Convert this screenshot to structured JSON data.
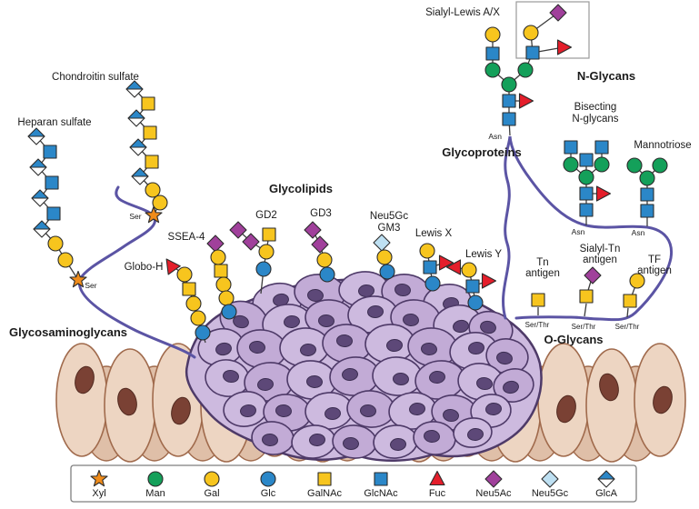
{
  "labels": {
    "chondroitin": "Chondroitin sulfate",
    "heparan": "Heparan sulfate",
    "gags": "Glycosaminoglycans",
    "glycolipids": "Glycolipids",
    "ssea4": "SSEA-4",
    "globoh": "Globo-H",
    "gd2": "GD2",
    "gd3": "GD3",
    "neu5gc_gm3_1": "Neu5Gc",
    "neu5gc_gm3_2": "GM3",
    "lewisx": "Lewis X",
    "lewisy": "Lewis Y",
    "sialyl_lewis": "Sialyl-Lewis A/X",
    "nglycans": "N-Glycans",
    "bisecting_1": "Bisecting",
    "bisecting_2": "N-glycans",
    "mannotriose": "Mannotriose",
    "glycoproteins": "Glycoproteins",
    "tn_1": "Tn",
    "tn_2": "antigen",
    "sialyltn_1": "Sialyl-Tn",
    "sialyltn_2": "antigen",
    "tf_1": "TF",
    "tf_2": "antigen",
    "oglycans": "O-Glycans",
    "asn": "Asn",
    "ser": "Ser",
    "serthr": "Ser/Thr"
  },
  "legend": {
    "items": [
      {
        "label": "Xyl",
        "type": "xyl"
      },
      {
        "label": "Man",
        "type": "man"
      },
      {
        "label": "Gal",
        "type": "gal"
      },
      {
        "label": "Glc",
        "type": "glc"
      },
      {
        "label": "GalNAc",
        "type": "galnac"
      },
      {
        "label": "GlcNAc",
        "type": "glcnac"
      },
      {
        "label": "Fuc",
        "type": "fuc"
      },
      {
        "label": "Neu5Ac",
        "type": "neu5ac"
      },
      {
        "label": "Neu5Gc",
        "type": "neu5gc"
      },
      {
        "label": "GlcA",
        "type": "glca"
      }
    ]
  },
  "colors": {
    "xyl": "#F08C1A",
    "man": "#14A05A",
    "gal": "#F7C51E",
    "glc": "#2B87C8",
    "galnac": "#F7C51E",
    "glcnac": "#2B87C8",
    "fuc": "#E41E2B",
    "neu5ac": "#A0409B",
    "neu5gc": "#BEE0F2",
    "glca_blue": "#2B87C8",
    "white": "#FFFFFF",
    "outline": "#2B2B2B",
    "link": "#3C3C3C",
    "label": "#1A1A1A",
    "protein": "#5B54A4",
    "box_border": "#9A9A9A",
    "legend_border": "#7F7F7F",
    "tumor_fill": "#CDBADF",
    "tumor_fill2": "#C2ABD6",
    "tumor_stroke": "#4E3A68",
    "tumor_nucleus": "#5D4878",
    "tumor_nucleus_stroke": "#3C2E52",
    "epi_fill": "#EDD5C2",
    "epi_back": "#DFBFA8",
    "epi_stroke": "#A06A4C",
    "epi_nucleus": "#7A4134",
    "epi_nucleus_stroke": "#512A20"
  },
  "structures": [
    {
      "name": "heparan-sulfate-chain",
      "residues": [
        [
          "glca",
          40,
          150
        ],
        [
          "glcnac",
          55,
          167
        ],
        [
          "glca",
          42,
          184
        ],
        [
          "glcnac",
          57,
          201
        ],
        [
          "glca",
          44,
          218
        ],
        [
          "glcnac",
          59,
          235
        ],
        [
          "glca",
          46,
          252
        ],
        [
          "gal",
          61,
          268
        ],
        [
          "gal",
          72,
          286
        ],
        [
          "xyl",
          86,
          308
        ]
      ],
      "links": [
        [
          0,
          1
        ],
        [
          1,
          2
        ],
        [
          2,
          3
        ],
        [
          3,
          4
        ],
        [
          4,
          5
        ],
        [
          5,
          6
        ],
        [
          6,
          7
        ],
        [
          7,
          8
        ],
        [
          8,
          9
        ]
      ]
    },
    {
      "name": "chondroitin-sulfate-chain",
      "residues": [
        [
          "glca",
          148,
          98
        ],
        [
          "galnac",
          163,
          114
        ],
        [
          "glca",
          150,
          130
        ],
        [
          "galnac",
          165,
          146
        ],
        [
          "glca",
          152,
          162
        ],
        [
          "galnac",
          167,
          178
        ],
        [
          "glca",
          154,
          194
        ],
        [
          "gal",
          168,
          209
        ],
        [
          "gal",
          176,
          223
        ],
        [
          "xyl",
          169,
          237
        ]
      ],
      "links": [
        [
          0,
          1
        ],
        [
          1,
          2
        ],
        [
          2,
          3
        ],
        [
          3,
          4
        ],
        [
          4,
          5
        ],
        [
          5,
          6
        ],
        [
          6,
          7
        ],
        [
          7,
          8
        ],
        [
          8,
          9
        ]
      ]
    },
    {
      "name": "globo-h",
      "residues": [
        [
          "fuc",
          188,
          292,
          -35
        ],
        [
          "gal",
          203,
          302
        ],
        [
          "galnac",
          208,
          318
        ],
        [
          "gal",
          213,
          334
        ],
        [
          "gal",
          218,
          350
        ],
        [
          "glc",
          223,
          366
        ]
      ],
      "links": [
        [
          0,
          1
        ],
        [
          1,
          2
        ],
        [
          2,
          3
        ],
        [
          3,
          4
        ],
        [
          4,
          5
        ]
      ],
      "stem": [
        223,
        366,
        226,
        377
      ]
    },
    {
      "name": "ssea-4",
      "residues": [
        [
          "neu5ac",
          237,
          268
        ],
        [
          "gal",
          240,
          283
        ],
        [
          "galnac",
          243,
          298
        ],
        [
          "gal",
          246,
          313
        ],
        [
          "gal",
          249,
          328
        ],
        [
          "glc",
          252,
          343
        ]
      ],
      "links": [
        [
          0,
          1
        ],
        [
          1,
          2
        ],
        [
          2,
          3
        ],
        [
          3,
          4
        ],
        [
          4,
          5
        ]
      ],
      "stem": [
        252,
        343,
        253,
        347
      ]
    },
    {
      "name": "gd2",
      "residues": [
        [
          "galnac",
          296,
          258
        ],
        [
          "gal",
          293,
          277
        ],
        [
          "neu5ac",
          276,
          266
        ],
        [
          "neu5ac",
          262,
          253
        ],
        [
          "glc",
          290,
          296
        ]
      ],
      "links": [
        [
          0,
          1
        ],
        [
          1,
          2
        ],
        [
          2,
          3
        ],
        [
          1,
          4
        ]
      ],
      "stem": [
        290,
        296,
        287,
        323
      ]
    },
    {
      "name": "gd3",
      "residues": [
        [
          "neu5ac",
          344,
          253
        ],
        [
          "neu5ac",
          352,
          269
        ],
        [
          "gal",
          357,
          286
        ],
        [
          "glc",
          360,
          302
        ]
      ],
      "links": [
        [
          0,
          1
        ],
        [
          1,
          2
        ],
        [
          2,
          3
        ]
      ],
      "stem": [
        360,
        302,
        361,
        310
      ]
    },
    {
      "name": "neu5gc-gm3",
      "residues": [
        [
          "neu5gc",
          420,
          267
        ],
        [
          "gal",
          423,
          283
        ],
        [
          "glc",
          426,
          299
        ]
      ],
      "links": [
        [
          0,
          1
        ],
        [
          1,
          2
        ]
      ],
      "stem": [
        426,
        299,
        427,
        307
      ]
    },
    {
      "name": "lewis-x",
      "residues": [
        [
          "gal",
          470,
          276
        ],
        [
          "glcnac",
          473,
          294
        ],
        [
          "fuc",
          490,
          289,
          90
        ],
        [
          "glc",
          476,
          312
        ]
      ],
      "links": [
        [
          0,
          1
        ],
        [
          1,
          2
        ],
        [
          1,
          3
        ]
      ],
      "stem": [
        476,
        312,
        477,
        318
      ]
    },
    {
      "name": "lewis-y",
      "residues": [
        [
          "fuc",
          500,
          294,
          -90
        ],
        [
          "gal",
          516,
          297
        ],
        [
          "glcnac",
          520,
          315
        ],
        [
          "fuc",
          537,
          309,
          90
        ],
        [
          "glc",
          523,
          333
        ]
      ],
      "links": [
        [
          0,
          1
        ],
        [
          1,
          2
        ],
        [
          2,
          3
        ],
        [
          2,
          4
        ]
      ],
      "stem": [
        523,
        333,
        525,
        338
      ]
    },
    {
      "name": "sialyl-lewis-n-glycan",
      "residues": [
        [
          "glcnac",
          560,
          131
        ],
        [
          "glcnac",
          560,
          111
        ],
        [
          "fuc",
          578,
          111,
          90
        ],
        [
          "man",
          560,
          93
        ],
        [
          "man",
          542,
          77
        ],
        [
          "man",
          578,
          77
        ],
        [
          "glcnac",
          542,
          59
        ],
        [
          "gal",
          542,
          38
        ],
        [
          "glcnac",
          586,
          58
        ],
        [
          "gal",
          584,
          36
        ],
        [
          "neu5ac",
          614,
          14
        ],
        [
          "fuc",
          620,
          52,
          90
        ]
      ],
      "links": [
        [
          0,
          1
        ],
        [
          1,
          2
        ],
        [
          1,
          3
        ],
        [
          3,
          4
        ],
        [
          3,
          5
        ],
        [
          4,
          6
        ],
        [
          6,
          7
        ],
        [
          5,
          8
        ],
        [
          8,
          9
        ],
        [
          9,
          10
        ],
        [
          8,
          11
        ]
      ],
      "stem": [
        560,
        131,
        561,
        149
      ]
    },
    {
      "name": "bisecting-n-glycan",
      "residues": [
        [
          "glcnac",
          645,
          231
        ],
        [
          "glcnac",
          645,
          213
        ],
        [
          "fuc",
          663,
          213,
          90
        ],
        [
          "man",
          645,
          195
        ],
        [
          "glcnac",
          645,
          176
        ],
        [
          "man",
          628,
          181
        ],
        [
          "man",
          662,
          181
        ],
        [
          "glcnac",
          628,
          162
        ],
        [
          "glcnac",
          662,
          162
        ]
      ],
      "links": [
        [
          0,
          1
        ],
        [
          1,
          2
        ],
        [
          1,
          3
        ],
        [
          3,
          4
        ],
        [
          3,
          5
        ],
        [
          3,
          6
        ],
        [
          5,
          7
        ],
        [
          6,
          8
        ]
      ],
      "stem": [
        645,
        231,
        645,
        248
      ]
    },
    {
      "name": "mannotriose",
      "residues": [
        [
          "glcnac",
          712,
          232
        ],
        [
          "glcnac",
          712,
          214
        ],
        [
          "man",
          712,
          196
        ],
        [
          "man",
          698,
          182
        ],
        [
          "man",
          726,
          182
        ]
      ],
      "links": [
        [
          0,
          1
        ],
        [
          1,
          2
        ],
        [
          2,
          3
        ],
        [
          2,
          4
        ]
      ],
      "stem": [
        712,
        232,
        712,
        249
      ]
    },
    {
      "name": "tn-antigen",
      "residues": [
        [
          "galnac",
          592,
          330
        ]
      ],
      "links": [],
      "stem": [
        592,
        338,
        592,
        347
      ]
    },
    {
      "name": "sialyl-tn-antigen",
      "residues": [
        [
          "neu5ac",
          652,
          303
        ],
        [
          "galnac",
          645,
          326
        ]
      ],
      "links": [
        [
          0,
          1
        ]
      ],
      "stem": [
        645,
        334,
        643,
        348
      ]
    },
    {
      "name": "tf-antigen",
      "residues": [
        [
          "gal",
          701,
          309
        ],
        [
          "galnac",
          693,
          331
        ]
      ],
      "links": [
        [
          0,
          1
        ]
      ],
      "stem": [
        691,
        339,
        690,
        349
      ]
    }
  ]
}
